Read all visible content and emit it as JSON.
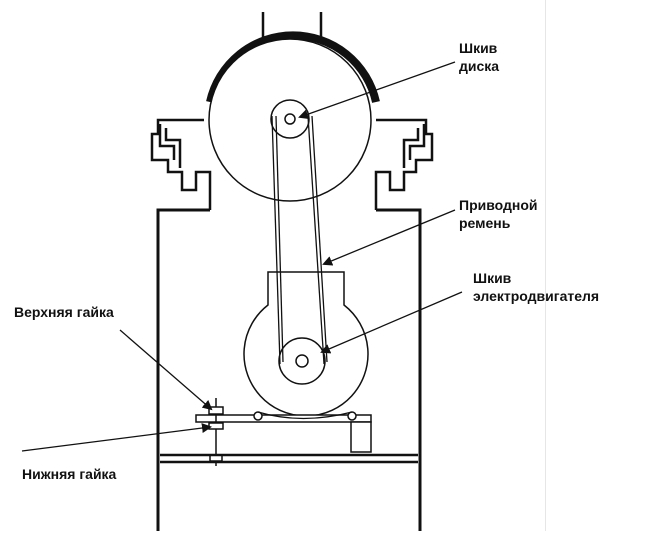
{
  "labels": {
    "disc_pulley": {
      "line1": "Шкив",
      "line2": "диска"
    },
    "drive_belt": {
      "line1": "Приводной",
      "line2": "ремень"
    },
    "motor_pulley": {
      "line1": "Шкив",
      "line2": "электродвигателя"
    },
    "upper_nut": "Верхняя гайка",
    "lower_nut": "Нижняя гайка"
  },
  "colors": {
    "ink": "#111111",
    "fill": "#ffffff",
    "background": "#ffffff"
  }
}
